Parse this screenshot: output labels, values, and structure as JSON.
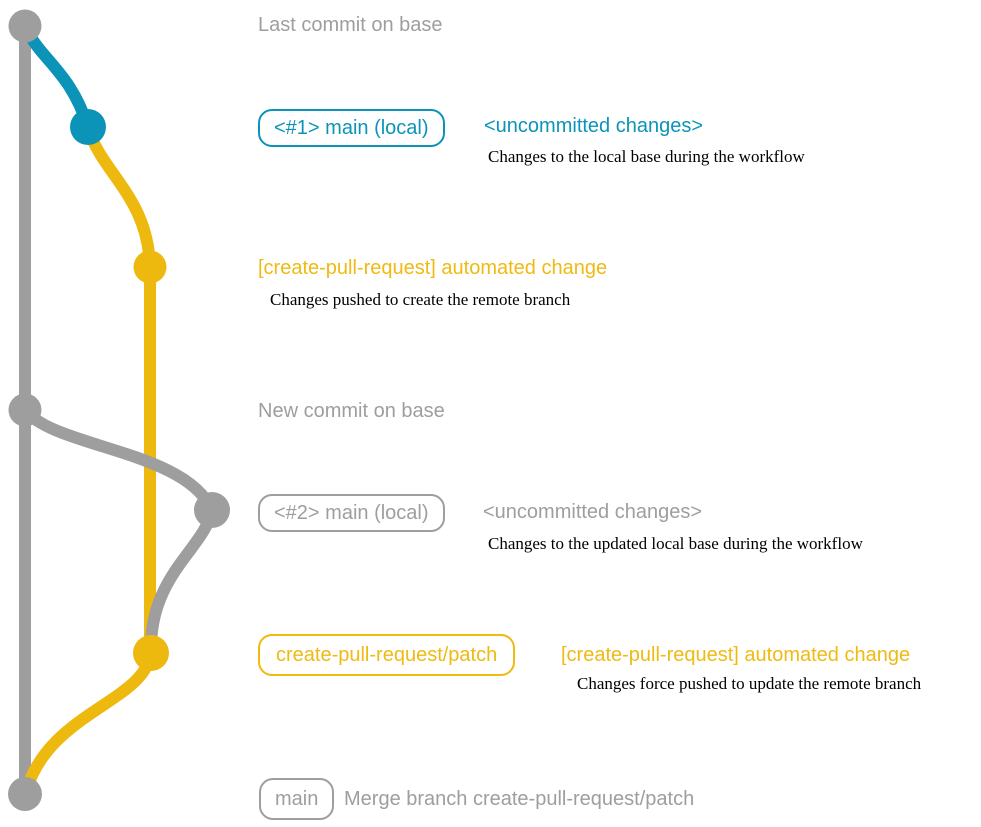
{
  "colors": {
    "gray": "#9e9e9e",
    "blue": "#0c94b8",
    "yellow": "#eeb90f",
    "caption_text": "#000000",
    "background": "#ffffff"
  },
  "annotations": {
    "last_commit": {
      "label": "Last commit on base"
    },
    "commit1": {
      "badge": "<#1> main (local)",
      "headline": "<uncommitted changes>",
      "caption": "Changes to the local base during the workflow"
    },
    "push1": {
      "headline": "[create-pull-request] automated change",
      "caption": "Changes pushed to create the remote branch"
    },
    "new_commit": {
      "label": "New commit on base"
    },
    "commit2": {
      "badge": "<#2> main (local)",
      "headline": "<uncommitted changes>",
      "caption": "Changes to the updated local base during the workflow"
    },
    "push2": {
      "badge": "create-pull-request/patch",
      "headline": "[create-pull-request] automated change",
      "caption": "Changes force pushed to update the remote branch"
    },
    "merge": {
      "badge": "main",
      "headline": "Merge branch create-pull-request/patch"
    }
  },
  "graph": {
    "branches": [
      {
        "name": "base",
        "color_key": "gray"
      },
      {
        "name": "main (local)",
        "color_key": "blue"
      },
      {
        "name": "create-pull-request/patch",
        "color_key": "yellow"
      }
    ],
    "commits": [
      {
        "id": "last-commit-on-base",
        "branch": "base",
        "label": "Last commit on base"
      },
      {
        "id": "main-local-1",
        "branch": "main (local)",
        "label": "<#1> main (local) <uncommitted changes>"
      },
      {
        "id": "automated-change-1",
        "branch": "create-pull-request/patch",
        "label": "[create-pull-request] automated change"
      },
      {
        "id": "new-commit-on-base",
        "branch": "base",
        "label": "New commit on base"
      },
      {
        "id": "main-local-2",
        "branch": "main (local)",
        "label": "<#2> main (local) <uncommitted changes>"
      },
      {
        "id": "automated-change-2",
        "branch": "create-pull-request/patch",
        "label": "create-pull-request/patch [create-pull-request] automated change"
      },
      {
        "id": "merge-commit",
        "branch": "base",
        "label": "main Merge branch create-pull-request/patch"
      }
    ]
  }
}
